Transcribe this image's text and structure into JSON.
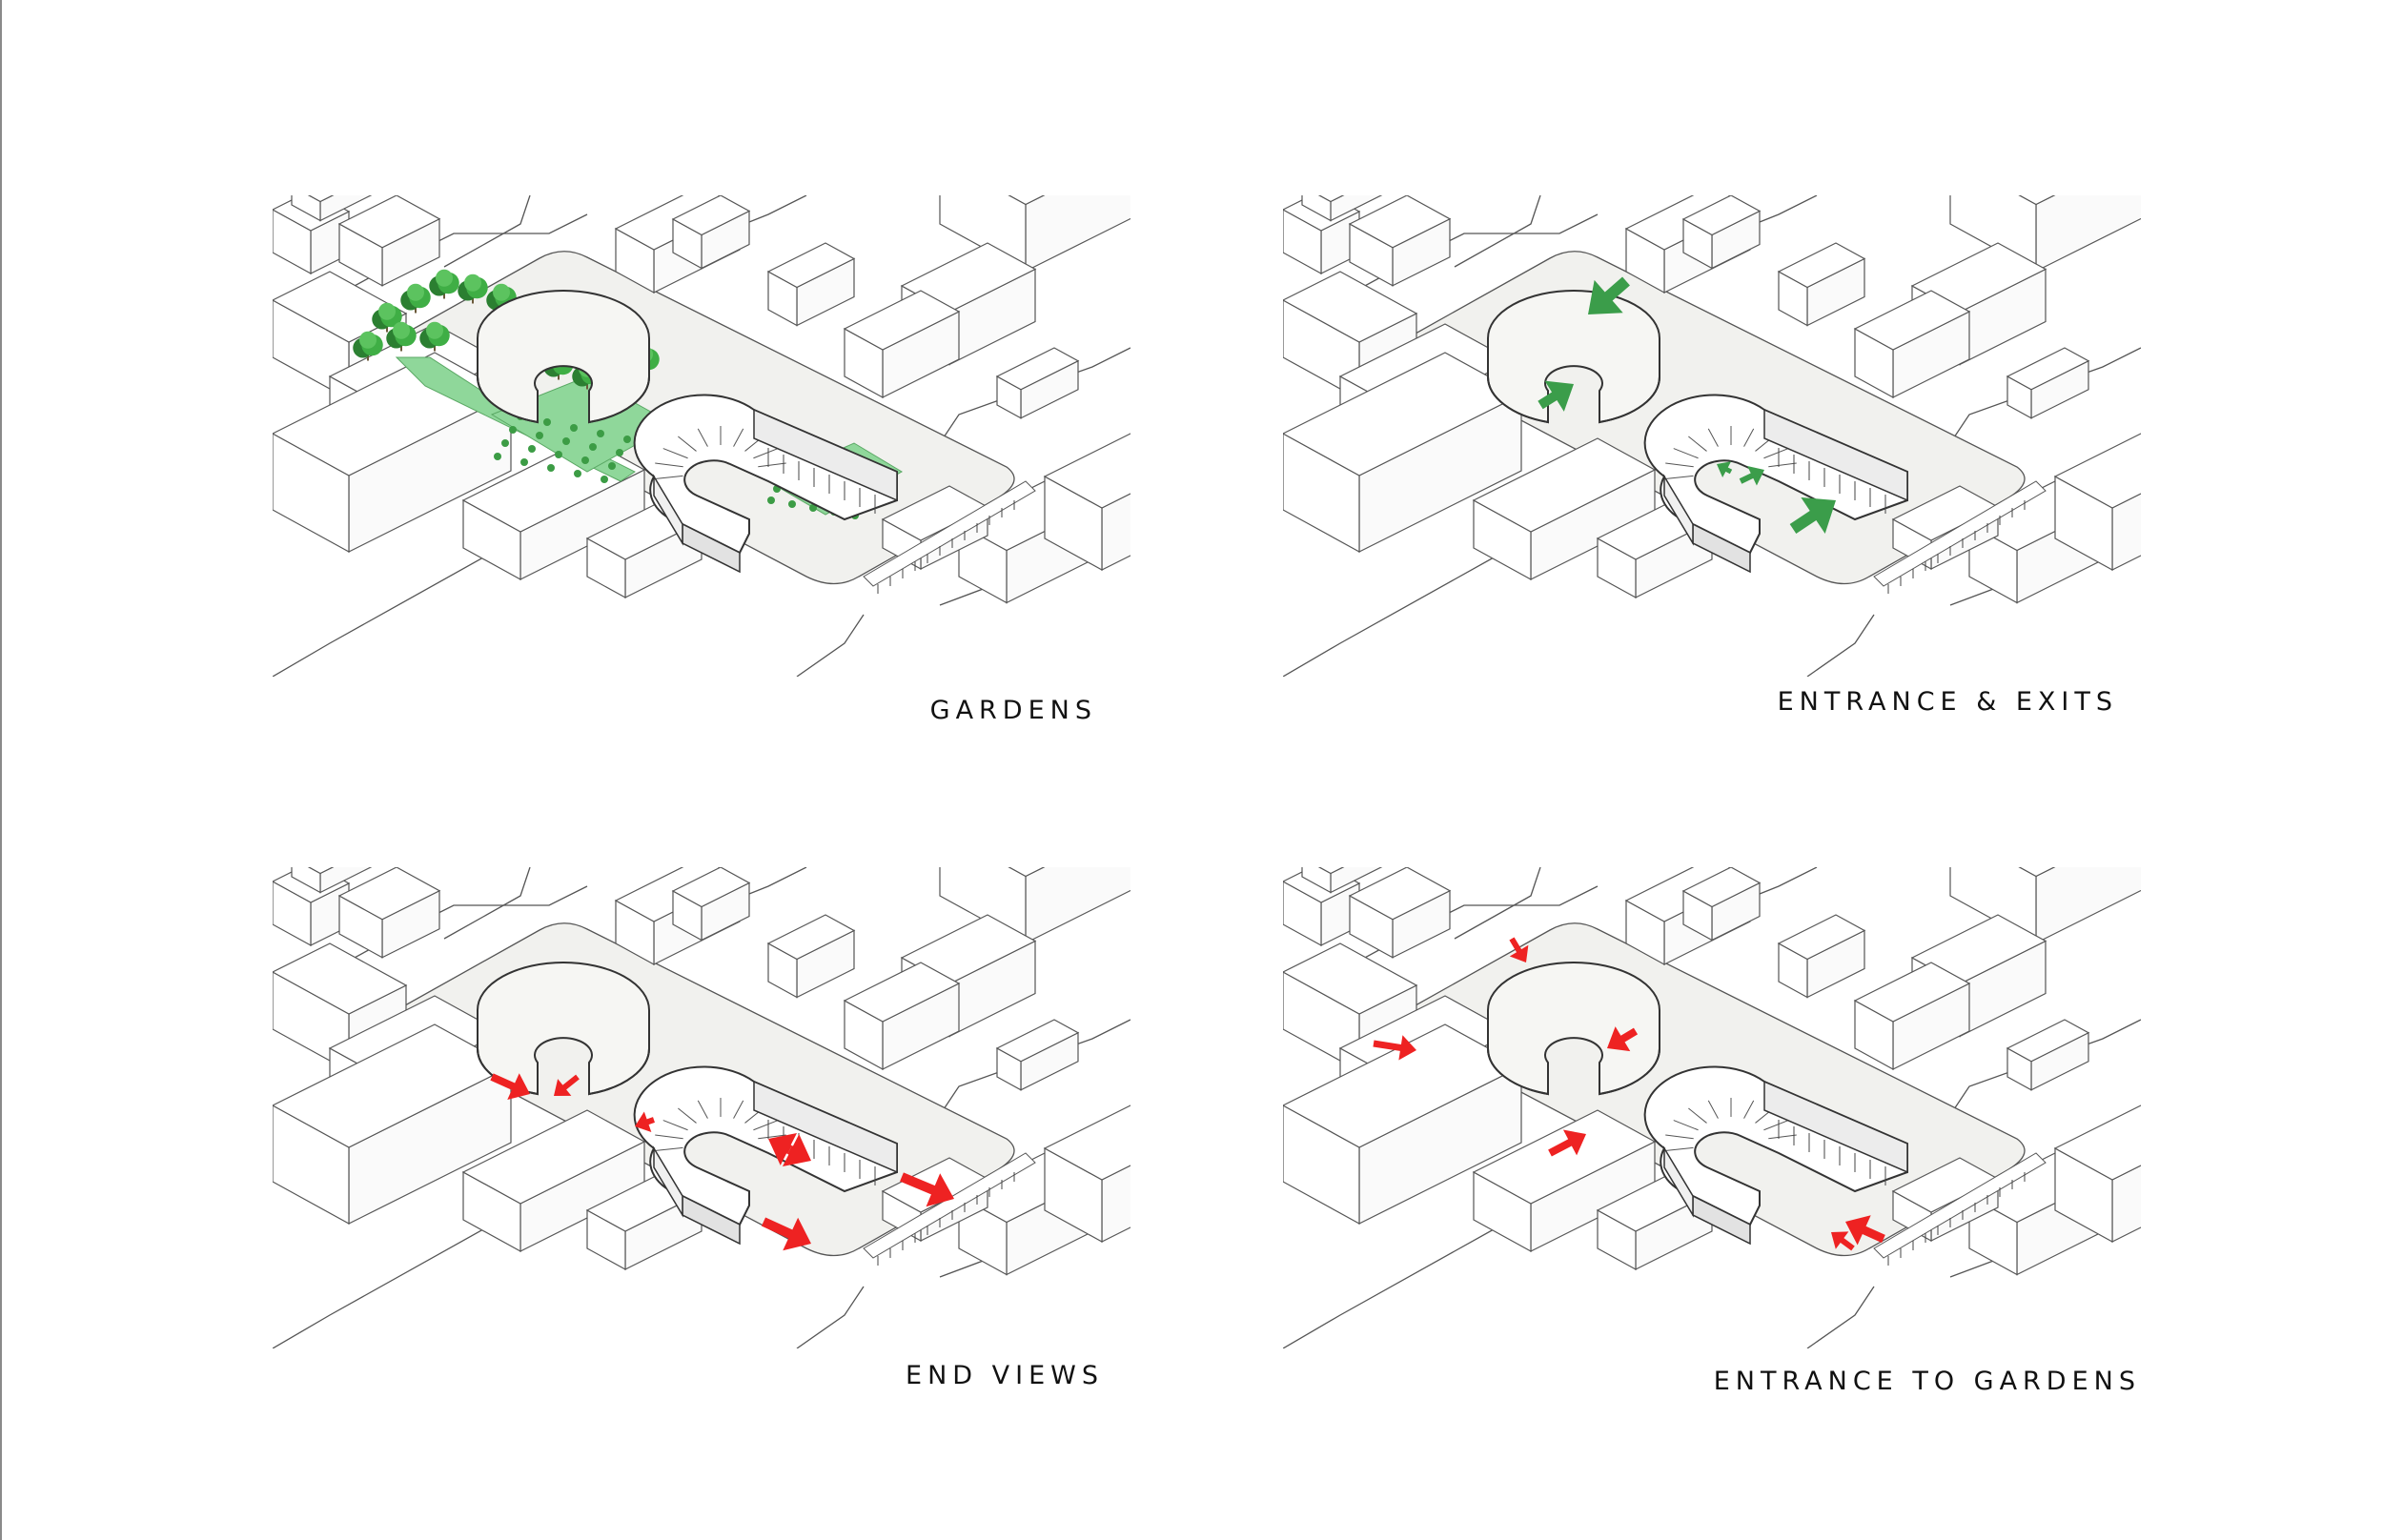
{
  "panels": [
    {
      "id": "gardens",
      "caption": "GARDENS",
      "overlay": "gardens"
    },
    {
      "id": "entrance-exits",
      "caption": "ENTRANCE & EXITS",
      "overlay": "entrance"
    },
    {
      "id": "end-views",
      "caption": "END VIEWS",
      "overlay": "endviews"
    },
    {
      "id": "entrance-gardens",
      "caption": "ENTRANCE TO GARDENS",
      "overlay": "gardenentry"
    }
  ],
  "colors": {
    "line": "#555555",
    "site_fill": "#f1f1ee",
    "garden_green": "#8fd79a",
    "tree_green": "#3fae45",
    "tree_dark": "#2b7f31",
    "green_arrow": "#3b9d4a",
    "red_arrow": "#ee2222"
  }
}
